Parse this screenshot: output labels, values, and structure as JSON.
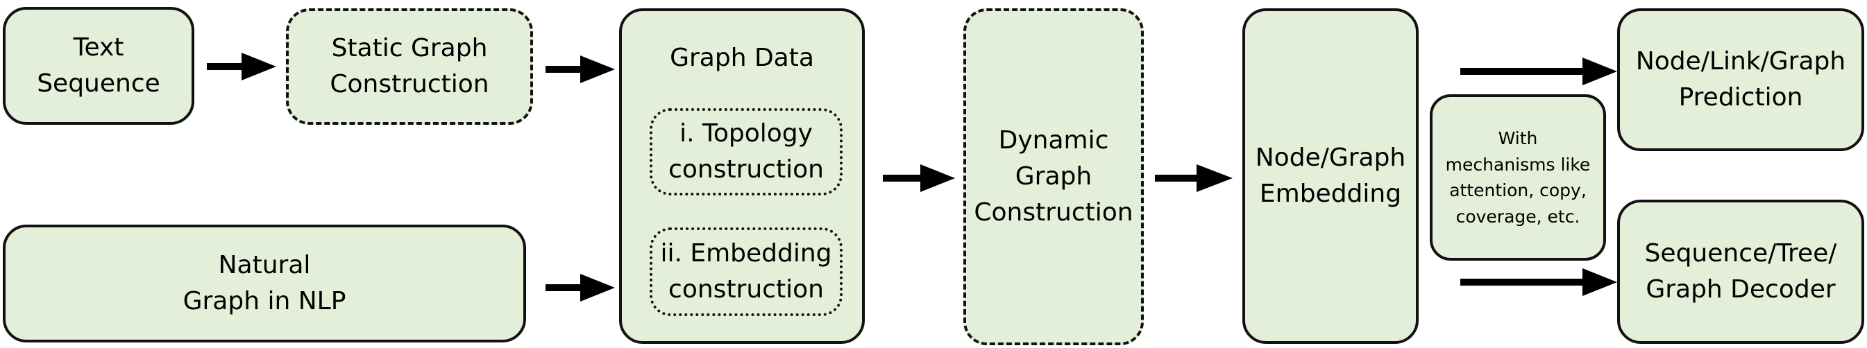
{
  "nodes": {
    "text_sequence": "Text\nSequence",
    "static_graph_construction": "Static Graph\nConstruction",
    "natural_graph": "Natural\nGraph in NLP",
    "graph_data": "Graph Data",
    "topology_construction": "i. Topology\nconstruction",
    "embedding_construction": "ii. Embedding\nconstruction",
    "dynamic_graph_construction": "Dynamic\nGraph\nConstruction",
    "node_graph_embedding": "Node/Graph\nEmbedding",
    "mechanisms_note": "With\nmechanisms like\nattention, copy,\ncoverage, etc.",
    "prediction": "Node/Link/Graph\nPrediction",
    "decoder": "Sequence/Tree/\nGraph Decoder"
  },
  "colors": {
    "box_fill": "#e4efd9",
    "stroke": "#111111"
  }
}
